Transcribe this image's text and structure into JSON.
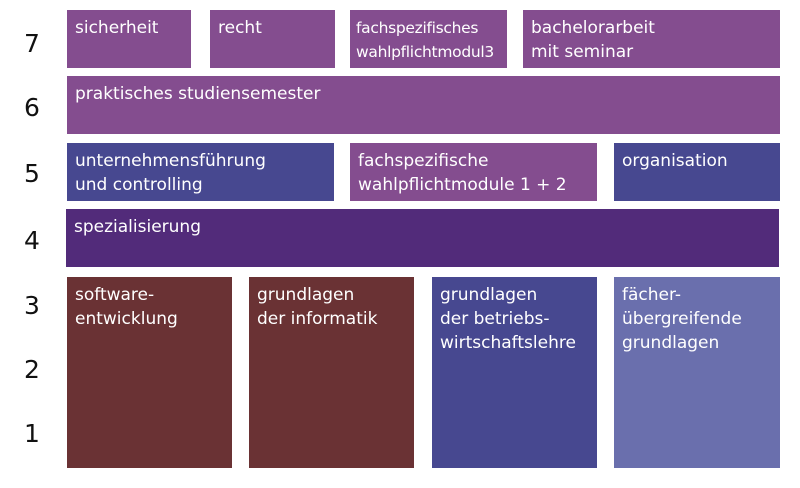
{
  "semesters": [
    "1",
    "2",
    "3",
    "4",
    "5",
    "6",
    "7"
  ],
  "colors": {
    "light_purple": "#844d8f",
    "dark_purple": "#522b7a",
    "blue": "#474890",
    "light_blue": "#6a6fad",
    "maroon": "#6a3234"
  },
  "modules": {
    "sicherheit": "sicherheit",
    "recht": "recht",
    "wahlpflicht3": "fachspezifisches\nwahlpflichtmodul3",
    "bachelorarbeit": "bachelorarbeit\nmit seminar",
    "praxissemester": "praktisches studiensemester",
    "unternehmensfuehrung": "unternehmensführung\nund controlling",
    "wahlpflicht12": "fachspezifische\nwahlpflichtmodule 1 + 2",
    "organisation": "organisation",
    "spezialisierung": "spezialisierung",
    "softwareentwicklung": "software-\nentwicklung",
    "grundlagen_informatik": "grundlagen\nder informatik",
    "grundlagen_bwl": "grundlagen\nder betriebs-\nwirtschaftslehre",
    "faecheruebergreifend": "fächer-\nübergreifende\ngrundlagen"
  }
}
